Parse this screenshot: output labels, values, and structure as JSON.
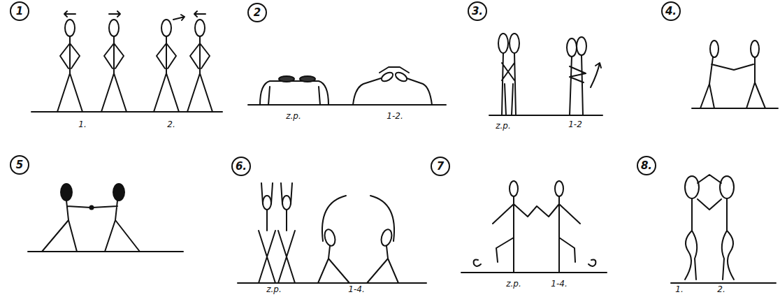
{
  "diagram": {
    "labels": [
      "1",
      "1.",
      "2.",
      "2",
      "z.p.",
      "1-2.",
      "3.",
      "z.p.",
      "1-2",
      "4.",
      "5",
      "6.",
      "z.p.",
      "1-4.",
      "7",
      "z.p.",
      "1-4.",
      "8.",
      "1.",
      "2."
    ]
  }
}
